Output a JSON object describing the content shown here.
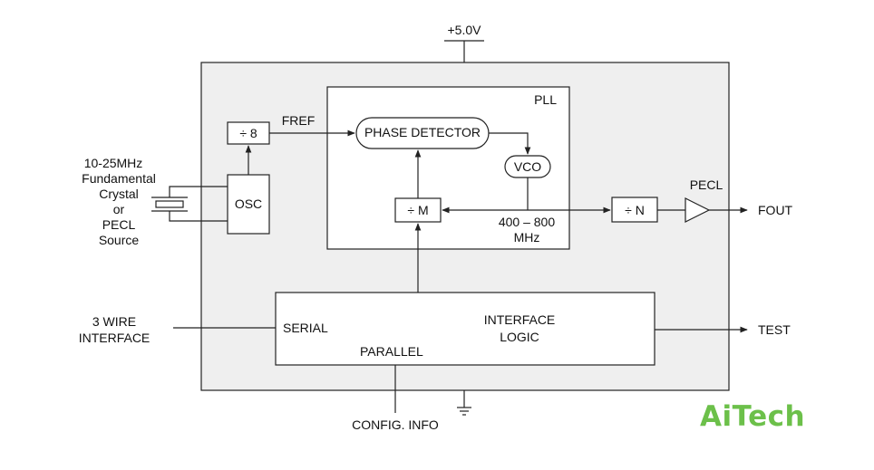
{
  "supply": {
    "label": "+5.0V"
  },
  "pll": {
    "label": "PLL"
  },
  "blocks": {
    "div8": "÷ 8",
    "osc": "OSC",
    "phase_detector": "PHASE DETECTOR",
    "vco": "VCO",
    "div_m": "÷ M",
    "div_n": "÷ N",
    "interface_logic": [
      "INTERFACE",
      "LOGIC"
    ]
  },
  "signals": {
    "fref": "FREF",
    "vco_range": [
      "400 – 800",
      "MHz"
    ],
    "pecl": "PECL",
    "fout": "FOUT",
    "test": "TEST",
    "config_info": "CONFIG. INFO"
  },
  "inputs": {
    "crystal_source": [
      "10-25MHz",
      "Fundamental",
      "Crystal",
      "or",
      "PECL",
      "Source"
    ],
    "wire_interface": [
      "3 WIRE",
      "INTERFACE"
    ]
  },
  "interface_ports": {
    "serial": "SERIAL",
    "parallel": "PARALLEL"
  },
  "brand": {
    "logo_text": "AiTech",
    "logo_color": "#6cc04a"
  },
  "colors": {
    "chip_fill": "#efefef",
    "stroke": "#222222"
  }
}
